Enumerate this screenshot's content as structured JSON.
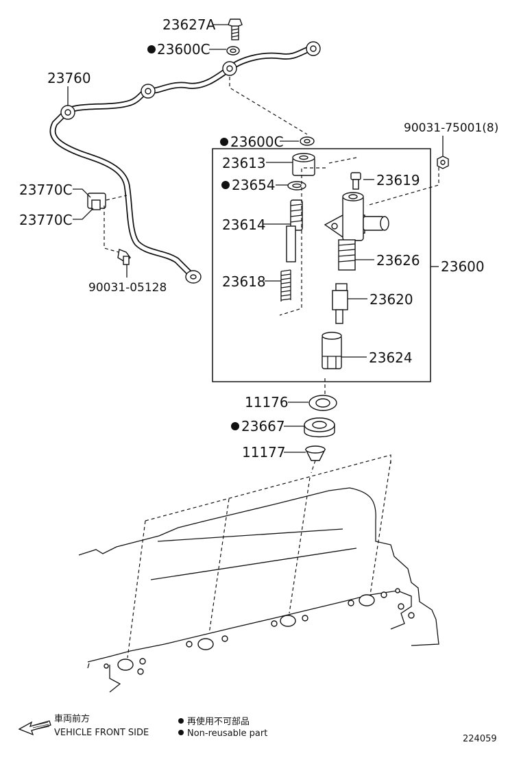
{
  "labels": {
    "p23627A": "23627A",
    "p23600C_top": "23600C",
    "p23760": "23760",
    "p23600C_box": "23600C",
    "p23613": "23613",
    "p23654": "23654",
    "p23614": "23614",
    "p23618": "23618",
    "p23619": "23619",
    "p23626": "23626",
    "p23620": "23620",
    "p23624": "23624",
    "p23600": "23600",
    "p23770C_a": "23770C",
    "p23770C_b": "23770C",
    "p90031_05128": "90031-05128",
    "p90031_75001": "90031-75001(8)",
    "p11176": "11176",
    "p23667": "23667",
    "p11177": "11177"
  },
  "legend": {
    "front_jp": "車両前方",
    "front_en": "VEHICLE FRONT SIDE",
    "nonreuse_jp": "再使用不可部品",
    "nonreuse_en": "Non-reusable part"
  },
  "diagram_id": "224059"
}
